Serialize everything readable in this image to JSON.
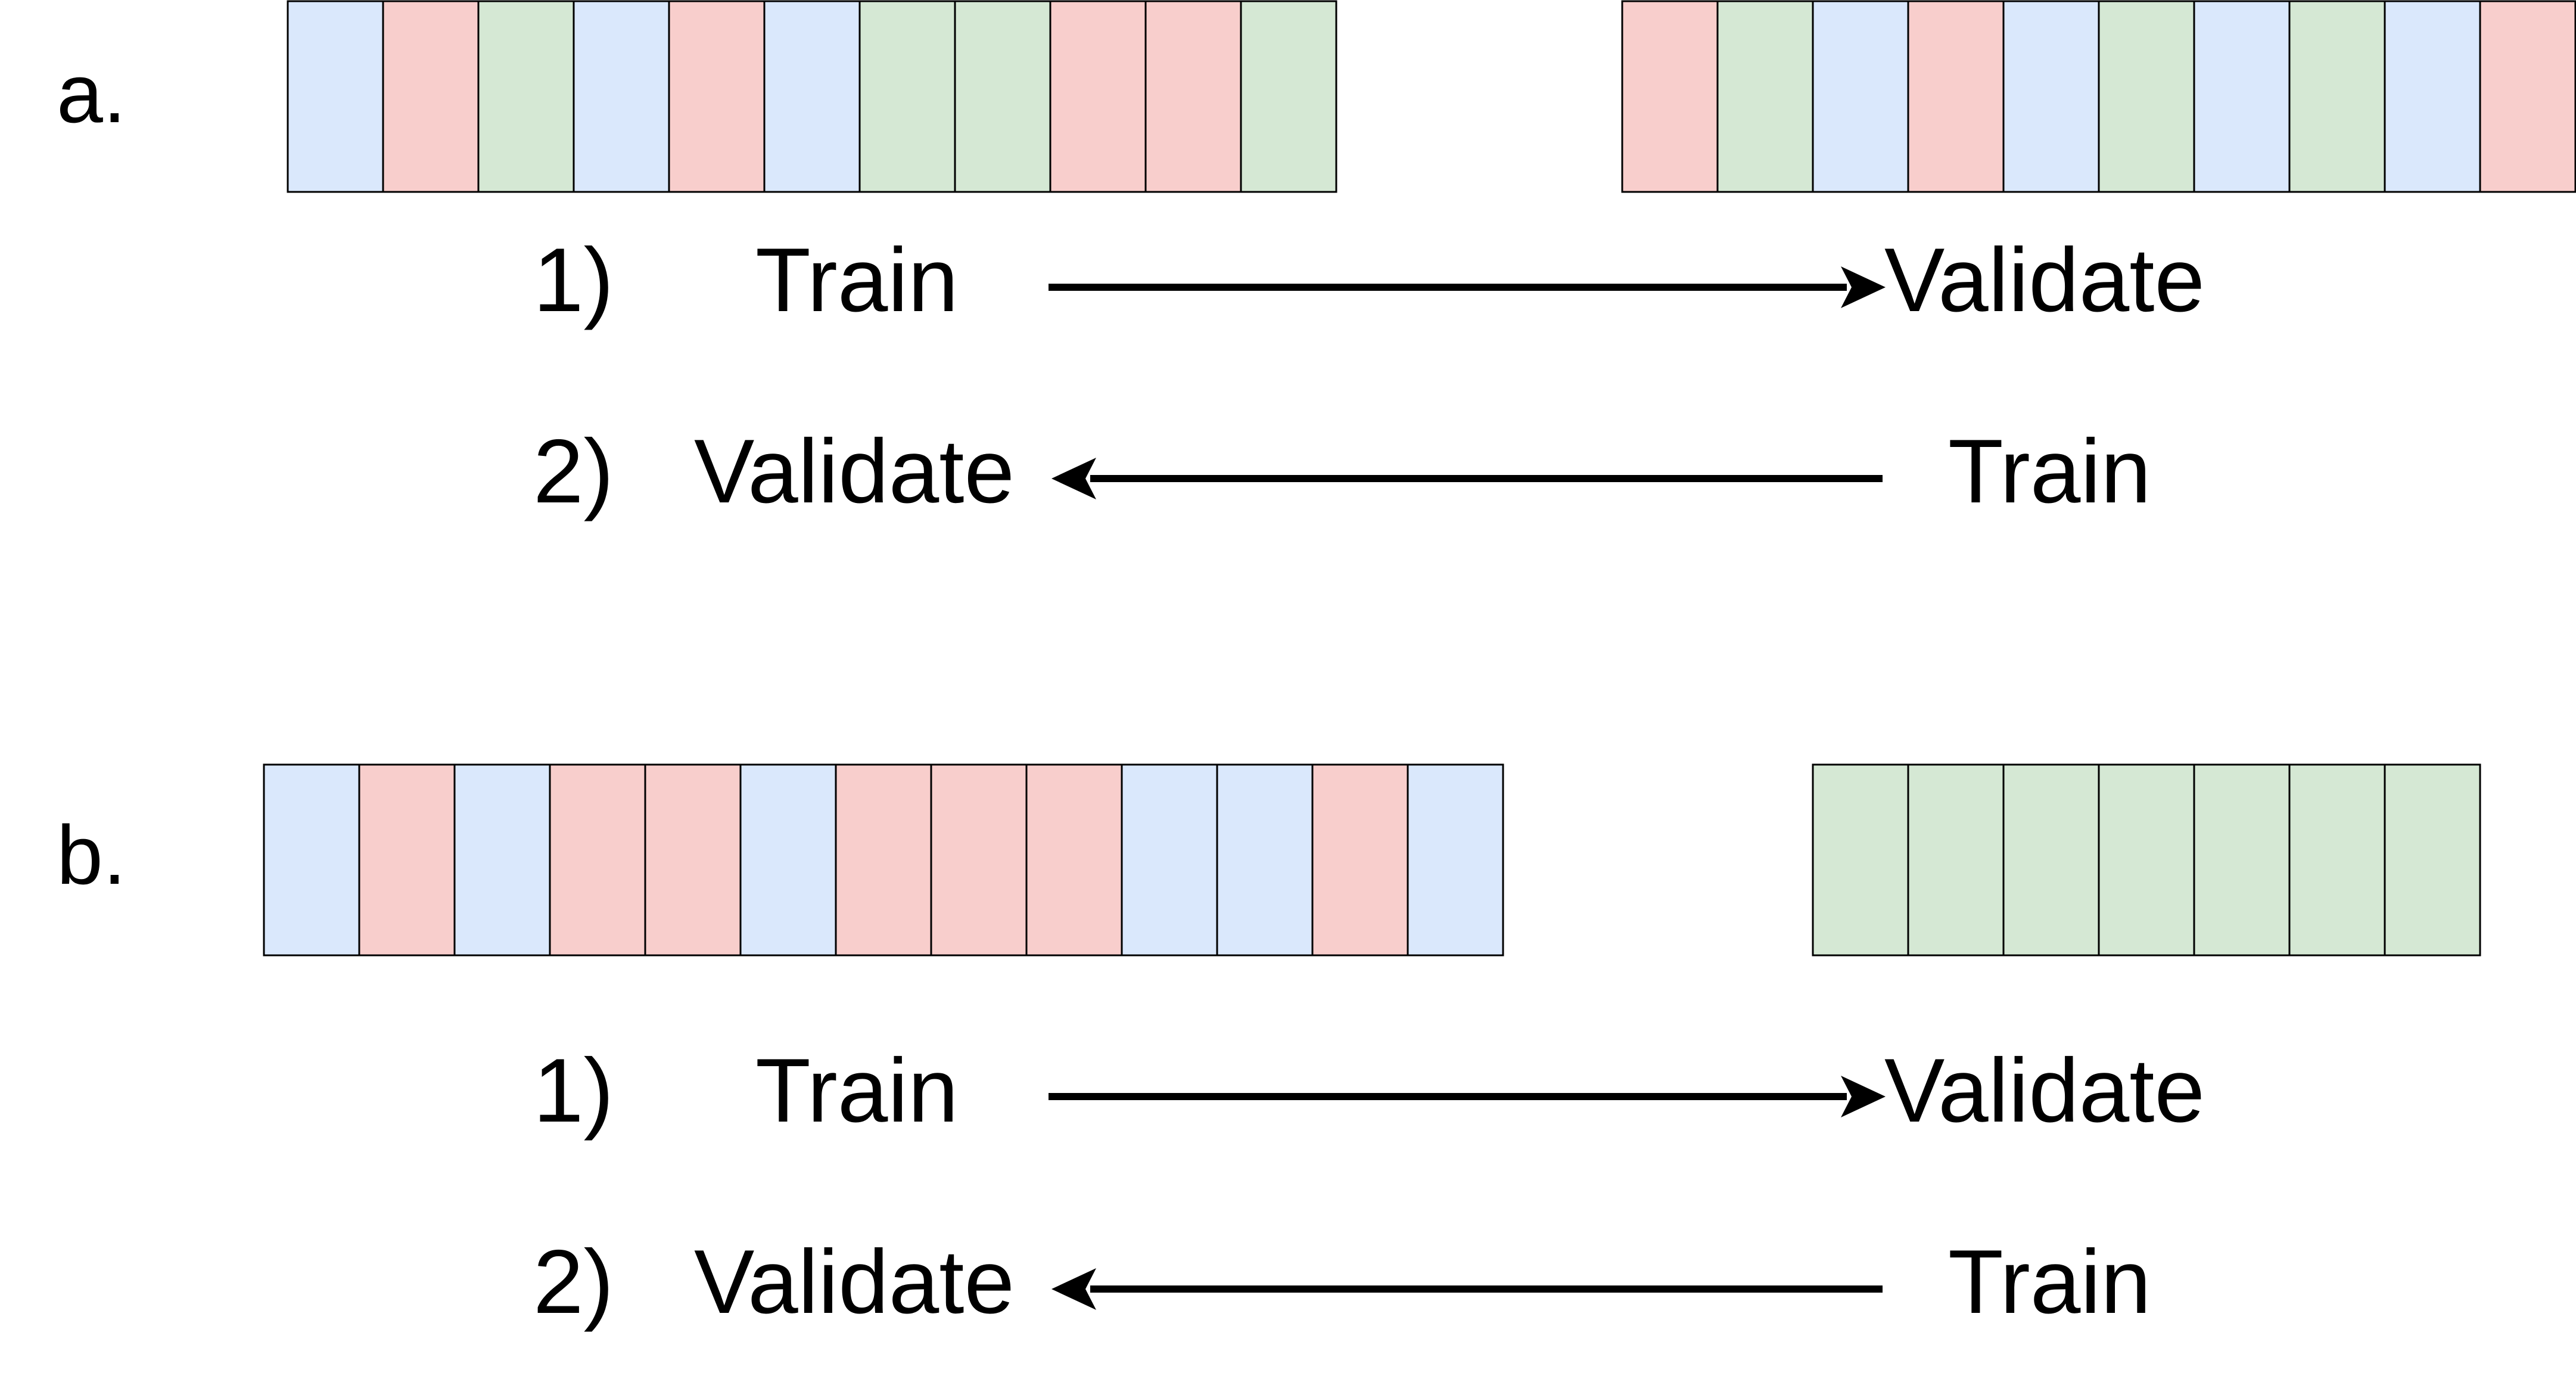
{
  "colors": {
    "blue": "#dae8fc",
    "red": "#f8cecc",
    "green": "#d5e8d4",
    "border": "#000000",
    "arrow": "#000000"
  },
  "panels": [
    {
      "letter": "a.",
      "left_strip": [
        "blue",
        "red",
        "green",
        "blue",
        "red",
        "blue",
        "green",
        "green",
        "red",
        "red",
        "green"
      ],
      "right_strip": [
        "red",
        "green",
        "blue",
        "red",
        "blue",
        "green",
        "blue",
        "green",
        "blue",
        "red"
      ],
      "steps": [
        {
          "number": "1)",
          "left_label": "Train",
          "right_label": "Validate",
          "direction": "right"
        },
        {
          "number": "2)",
          "left_label": "Validate",
          "right_label": "Train",
          "direction": "left"
        }
      ]
    },
    {
      "letter": "b.",
      "left_strip": [
        "blue",
        "red",
        "blue",
        "red",
        "red",
        "blue",
        "red",
        "red",
        "red",
        "blue",
        "blue",
        "red",
        "blue"
      ],
      "right_strip": [
        "green",
        "green",
        "green",
        "green",
        "green",
        "green",
        "green"
      ],
      "steps": [
        {
          "number": "1)",
          "left_label": "Train",
          "right_label": "Validate",
          "direction": "right"
        },
        {
          "number": "2)",
          "left_label": "Validate",
          "right_label": "Train",
          "direction": "left"
        }
      ]
    }
  ]
}
